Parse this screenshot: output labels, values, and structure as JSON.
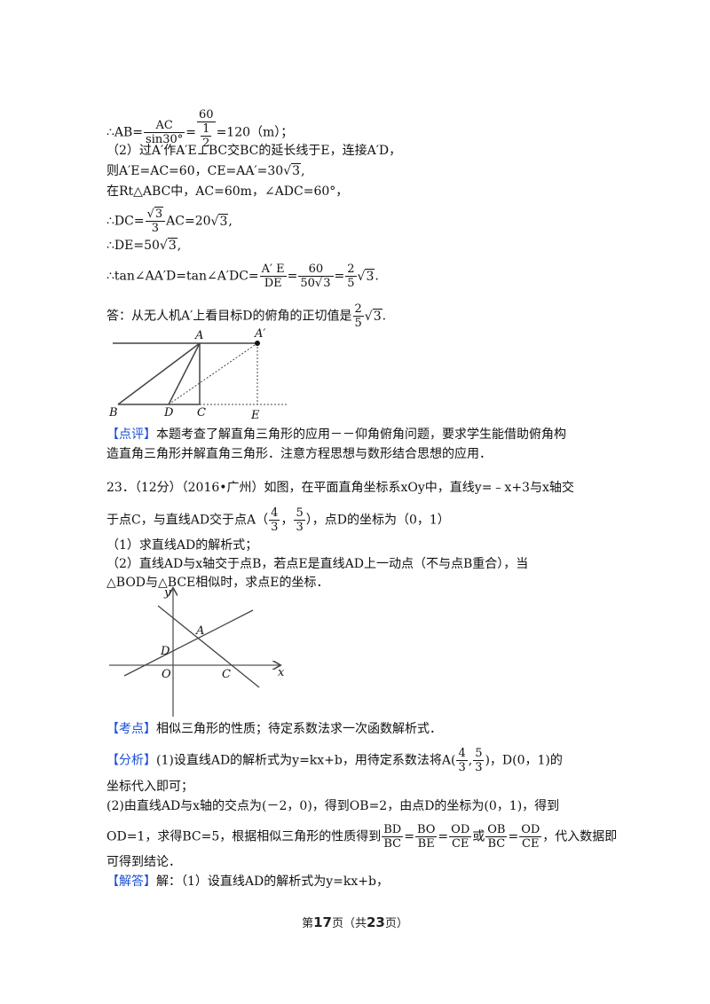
{
  "solution_part1": {
    "ab_prefix": "∴AB=",
    "ab_frac_num": "AC",
    "ab_frac_den": "sin30°",
    "ab_eq": "=",
    "ab_outer_num": "60",
    "ab_inner_num": "1",
    "ab_inner_den": "2",
    "ab_result": "=120（m）；"
  },
  "solution_part2": {
    "line1": "（2）过A′作A′E⊥BC交BC的延长线于E，连接A′D，",
    "line2_prefix": "则A′E=AC=60，CE=AA′=30",
    "line2_rad": "3",
    "line2_suffix": ",",
    "line3": "在Rt△ABC中，AC=60m，∠ADC=60°，",
    "dc_prefix": "∴DC=",
    "dc_num_rad": "3",
    "dc_den": "3",
    "dc_mid": "AC=20",
    "dc_rad": "3",
    "dc_suffix": ",",
    "de_prefix": "∴DE=50",
    "de_rad": "3",
    "de_suffix": ",",
    "tan_prefix": "∴tan∠AA′D=tan∠A′DC=",
    "tan_f1_num": "A′ E",
    "tan_f1_den": "DE",
    "tan_f2_num": "60",
    "tan_f2_den_pre": "50",
    "tan_f2_den_rad": "3",
    "tan_f3_num": "2",
    "tan_f3_den": "5",
    "tan_rad": "3",
    "tan_suffix": ".",
    "answer_prefix": "答：从无人机A′上看目标D的俯角的正切值是",
    "answer_num": "2",
    "answer_den": "5",
    "answer_rad": "3",
    "answer_suffix": "."
  },
  "figure1": {
    "labels": {
      "A": "A",
      "A_prime": "A′",
      "B": "B",
      "D": "D",
      "C": "C",
      "E": "E"
    }
  },
  "comment": {
    "tag": "【点评】",
    "line1": "本题考查了解直角三角形的应用－－仰角俯角问题，要求学生能借助俯角构",
    "line2": "造直角三角形并解直角三角形．注意方程思想与数形结合思想的应用．"
  },
  "question23": {
    "line1": "23．（12分）（2016•广州）如图，在平面直角坐标系xOy中，直线y=﹣x+3与x轴交",
    "line2_prefix": "于点C，与直线AD交于点A（",
    "a_x_num": "4",
    "a_x_den": "3",
    "a_sep": "，",
    "a_y_num": "5",
    "a_y_den": "3",
    "line2_suffix": "），点D的坐标为（0，1）",
    "sub1": "（1）求直线AD的解析式；",
    "sub2_line1": "（2）直线AD与x轴交于点B，若点E是直线AD上一动点（不与点B重合），当",
    "sub2_line2": "△BOD与△BCE相似时，求点E的坐标．"
  },
  "figure2": {
    "labels": {
      "y": "y",
      "x": "x",
      "O": "O",
      "D": "D",
      "A": "A",
      "C": "C"
    }
  },
  "kaodian": {
    "tag": "【考点】",
    "text": "相似三角形的性质；待定系数法求一次函数解析式．"
  },
  "fenxi": {
    "tag": "【分析】",
    "line1_prefix": "(1)设直线AD的解析式为y=kx+b，用待定系数法将A(",
    "a_x_num": "4",
    "a_x_den": "3",
    "a_sep": ",",
    "a_y_num": "5",
    "a_y_den": "3",
    "line1_suffix": ")，D(0，1)的",
    "line2": "坐标代入即可；",
    "line3": "(2)由直线AD与x轴的交点为(－2，0)，得到OB=2，由点D的坐标为(0，1)，得到",
    "line4_prefix": "OD=1，求得BC=5，根据相似三角形的性质得到",
    "r1_num": "BD",
    "r1_den": "BC",
    "r2_num": "BO",
    "r2_den": "BE",
    "r3_num": "OD",
    "r3_den": "CE",
    "or": "或",
    "r4_num": "OB",
    "r4_den": "BC",
    "r5_num": "OD",
    "r5_den": "CE",
    "line4_suffix": "，代入数据即",
    "line5": "可得到结论．"
  },
  "jieda": {
    "tag": "【解答】",
    "text": "解：（1）设直线AD的解析式为y=kx+b，"
  },
  "footer": {
    "prefix": "第",
    "page": "17",
    "mid": "页（共",
    "total": "23",
    "suffix": "页）"
  }
}
